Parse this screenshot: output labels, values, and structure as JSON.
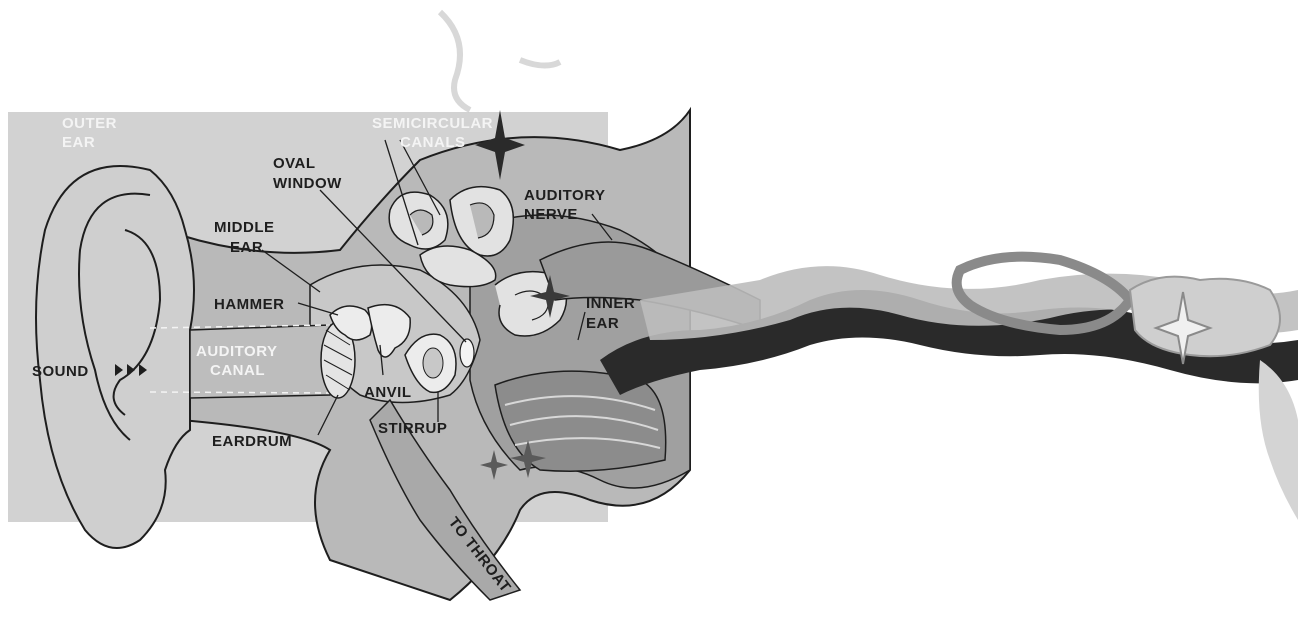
{
  "labels": {
    "outer_ear": [
      "OUTER",
      "EAR"
    ],
    "semicircular_canals": [
      "SEMICIRCULAR",
      "CANALS"
    ],
    "oval_window": [
      "OVAL",
      "WINDOW"
    ],
    "auditory_nerve": [
      "AUDITORY",
      "NERVE"
    ],
    "middle_ear": [
      "MIDDLE",
      "EAR"
    ],
    "hammer": "HAMMER",
    "inner_ear": [
      "INNER",
      "EAR"
    ],
    "auditory_canal": [
      "AUDITORY",
      "CANAL"
    ],
    "sound": "SOUND",
    "anvil": "ANVIL",
    "stirrup": "STIRRUP",
    "eardrum": "EARDRUM",
    "to_throat": "TO THROAT"
  },
  "colors": {
    "panel": "#d2d2d2",
    "tissue": "#b9b9b9",
    "dark_tissue": "#8c8c8c",
    "bone": "#ececec",
    "outline": "#1e1e1e",
    "star": "#2a2a2a"
  }
}
